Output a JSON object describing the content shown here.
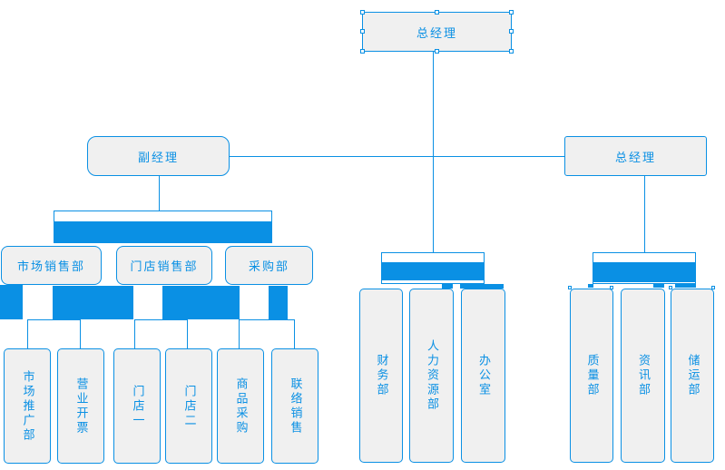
{
  "colors": {
    "accent": "#0A90E4",
    "node_fill": "#F0F0F0",
    "canvas_bg": "#FFFFFF"
  },
  "org_chart": {
    "root": {
      "label": "总经理"
    },
    "level2": [
      {
        "label": "副经理"
      },
      {
        "label": "总经理"
      }
    ],
    "left_departments": [
      {
        "label": "市场销售部"
      },
      {
        "label": "门店销售部"
      },
      {
        "label": "采购部"
      }
    ],
    "left_teams": [
      {
        "label": "市场推广部"
      },
      {
        "label": "营业开票"
      },
      {
        "label": "门店一"
      },
      {
        "label": "门店二"
      },
      {
        "label": "商品采购"
      },
      {
        "label": "联络销售"
      }
    ],
    "middle_departments": [
      {
        "label": "财务部"
      },
      {
        "label": "人力资源部"
      },
      {
        "label": "办公室"
      }
    ],
    "right_departments": [
      {
        "label": "质量部"
      },
      {
        "label": "资讯部"
      },
      {
        "label": "储运部"
      }
    ]
  }
}
